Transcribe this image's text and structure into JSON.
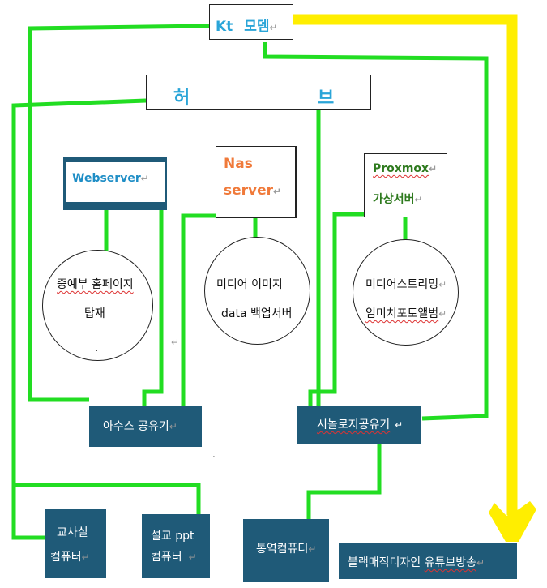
{
  "nodes": {
    "modem": {
      "kt": "Kt",
      "name": "모뎀",
      "mark": "↵"
    },
    "hub": {
      "left": "허",
      "right": "브"
    },
    "webserver": {
      "label": "Webserver",
      "mark": "↵"
    },
    "nas": {
      "line1": "Nas",
      "line2": "server",
      "mark": "↵"
    },
    "proxmox": {
      "line1": "Proxmox",
      "mark1": "↵",
      "line2": "가상서버",
      "mark2": "↵"
    },
    "circle_home": {
      "line1": "중예부 홈페이지",
      "line2": "탑재",
      "dot": "."
    },
    "circle_media": {
      "line1": "미디어 이미지",
      "line2": "data 백업서버"
    },
    "circle_streaming": {
      "line1": "미디어스트리밍",
      "mark1": "↵",
      "line2": "임미치포토앨범",
      "mark2": "↵"
    },
    "stray_mark": "↵",
    "stray_dot": ".",
    "asus": {
      "label": "아수스 공유기",
      "mark": "↵"
    },
    "synology": {
      "label": "시놀로지공유기",
      "mark": "↵"
    },
    "pc_teacher": {
      "line1": "교사실",
      "line2": "컴퓨터",
      "mark": "↵"
    },
    "pc_ppt": {
      "line1": "설교 ppt",
      "line2": "컴퓨터",
      "mark": "↵"
    },
    "pc_translate": {
      "label": "통역컴퓨터",
      "mark": "↵"
    },
    "pc_youtube": {
      "label_plain": "블랙매직디자인 ",
      "label_underlined": "유튜브방송",
      "mark": "↵"
    }
  },
  "colors": {
    "wire": "#22dd22",
    "highlight": "#ffee00",
    "box_navy": "#1f5a78",
    "hub_text": "#2aa5d8",
    "nas_text": "#f07a3a",
    "proxmox_text": "#2e7a1e",
    "web_text": "#1f8ec6"
  }
}
